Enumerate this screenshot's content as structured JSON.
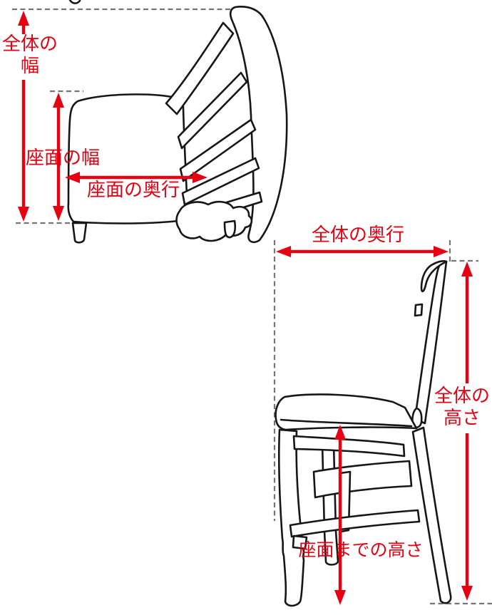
{
  "colors": {
    "measure_red": "#e60012",
    "dash_gray": "#757575",
    "line_art": "#161616",
    "background": "#ffffff"
  },
  "diagram": {
    "measurements": {
      "overall_width": {
        "label": "全体の幅",
        "lines": [
          "全体の",
          "幅"
        ]
      },
      "seat_width": {
        "label": "座面の幅"
      },
      "seat_depth": {
        "label": "座面の奥行"
      },
      "overall_depth": {
        "label": "全体の奥行"
      },
      "overall_height": {
        "label": "全体の高さ",
        "lines": [
          "全体の",
          "高さ"
        ]
      },
      "seat_height": {
        "label": "座面までの高さ"
      }
    }
  }
}
